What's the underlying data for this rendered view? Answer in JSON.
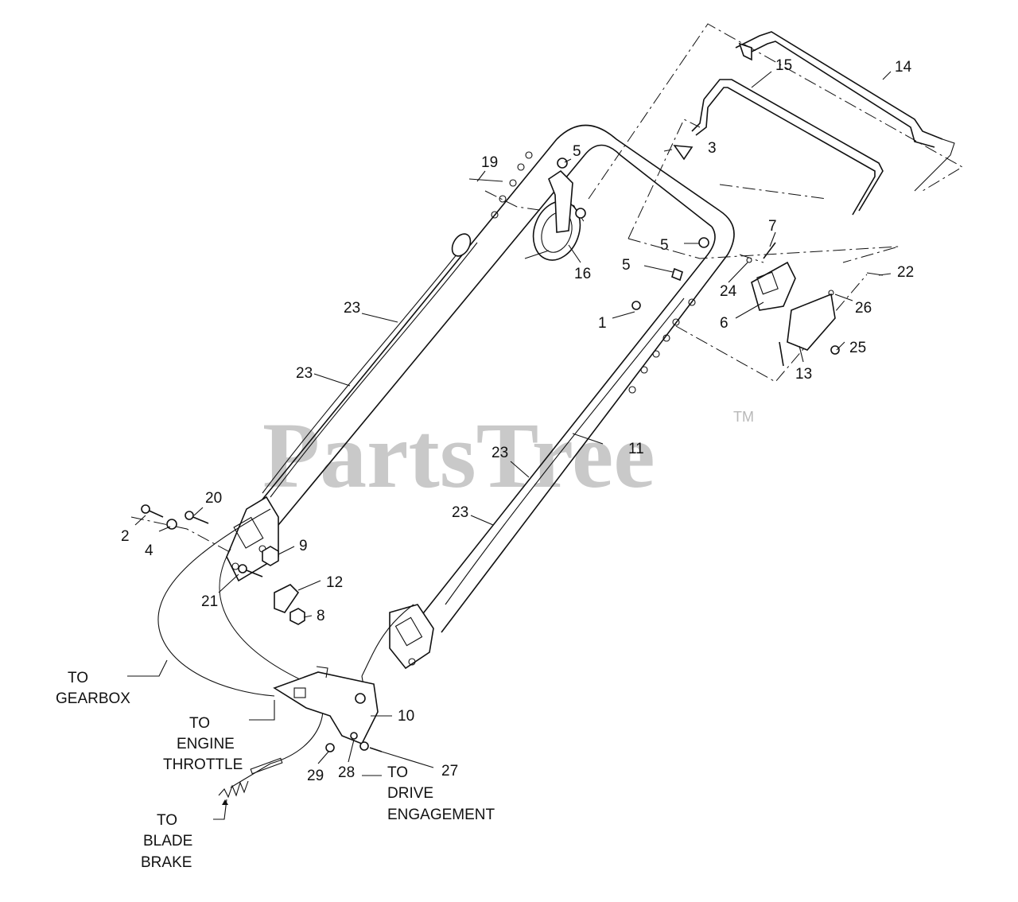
{
  "watermark": {
    "text": "PartsTree",
    "trademark": "TM"
  },
  "callouts": [
    {
      "id": "c1",
      "label": "1"
    },
    {
      "id": "c2",
      "label": "2"
    },
    {
      "id": "c3",
      "label": "3"
    },
    {
      "id": "c4",
      "label": "4"
    },
    {
      "id": "c5a",
      "label": "5"
    },
    {
      "id": "c5b",
      "label": "5"
    },
    {
      "id": "c5c",
      "label": "5"
    },
    {
      "id": "c6",
      "label": "6"
    },
    {
      "id": "c7",
      "label": "7"
    },
    {
      "id": "c8",
      "label": "8"
    },
    {
      "id": "c9",
      "label": "9"
    },
    {
      "id": "c10",
      "label": "10"
    },
    {
      "id": "c11",
      "label": "11"
    },
    {
      "id": "c12",
      "label": "12"
    },
    {
      "id": "c13",
      "label": "13"
    },
    {
      "id": "c14",
      "label": "14"
    },
    {
      "id": "c15",
      "label": "15"
    },
    {
      "id": "c16",
      "label": "16"
    },
    {
      "id": "c19",
      "label": "19"
    },
    {
      "id": "c20",
      "label": "20"
    },
    {
      "id": "c21",
      "label": "21"
    },
    {
      "id": "c22",
      "label": "22"
    },
    {
      "id": "c23a",
      "label": "23"
    },
    {
      "id": "c23b",
      "label": "23"
    },
    {
      "id": "c23c",
      "label": "23"
    },
    {
      "id": "c23d",
      "label": "23"
    },
    {
      "id": "c24",
      "label": "24"
    },
    {
      "id": "c25",
      "label": "25"
    },
    {
      "id": "c26",
      "label": "26"
    },
    {
      "id": "c27",
      "label": "27"
    },
    {
      "id": "c28",
      "label": "28"
    },
    {
      "id": "c29",
      "label": "29"
    }
  ],
  "destinations": {
    "gearbox": [
      "TO",
      "GEARBOX"
    ],
    "engine_throttle": [
      "TO",
      "ENGINE",
      "THROTTLE"
    ],
    "drive_engagement": [
      "TO",
      "DRIVE",
      "ENGAGEMENT"
    ],
    "blade_brake": [
      "TO",
      "BLADE",
      "BRAKE"
    ]
  }
}
